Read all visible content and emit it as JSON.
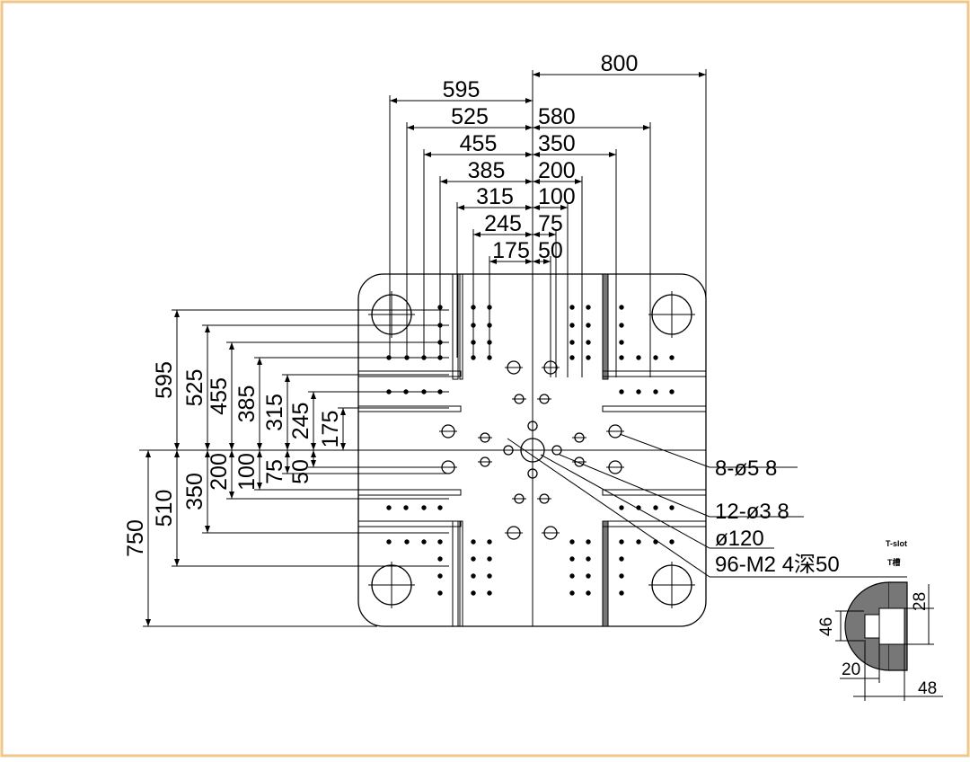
{
  "colors": {
    "border": "#f0c68a",
    "ink": "#000000",
    "hatch": "#777777"
  },
  "top_dims_left": [
    "595",
    "525",
    "455",
    "385",
    "315",
    "245",
    "175"
  ],
  "top_dims_right": [
    "800",
    "580",
    "350",
    "200",
    "100",
    "75",
    "50"
  ],
  "left_dims_upper": [
    "595",
    "525",
    "455",
    "385",
    "315",
    "245",
    "175"
  ],
  "left_dims_lower": [
    "750",
    "510",
    "350",
    "200",
    "100",
    "75",
    "50"
  ],
  "callouts": {
    "holes_8": "8-ø5 8",
    "holes_12": "12-ø3 8",
    "center_hole": "ø120",
    "tapped": "96-M2 4深50"
  },
  "tslot": {
    "title_en": "T-slot",
    "title_cn": "T槽",
    "dim_46": "46",
    "dim_28": "28",
    "dim_20": "20",
    "dim_48": "48"
  }
}
